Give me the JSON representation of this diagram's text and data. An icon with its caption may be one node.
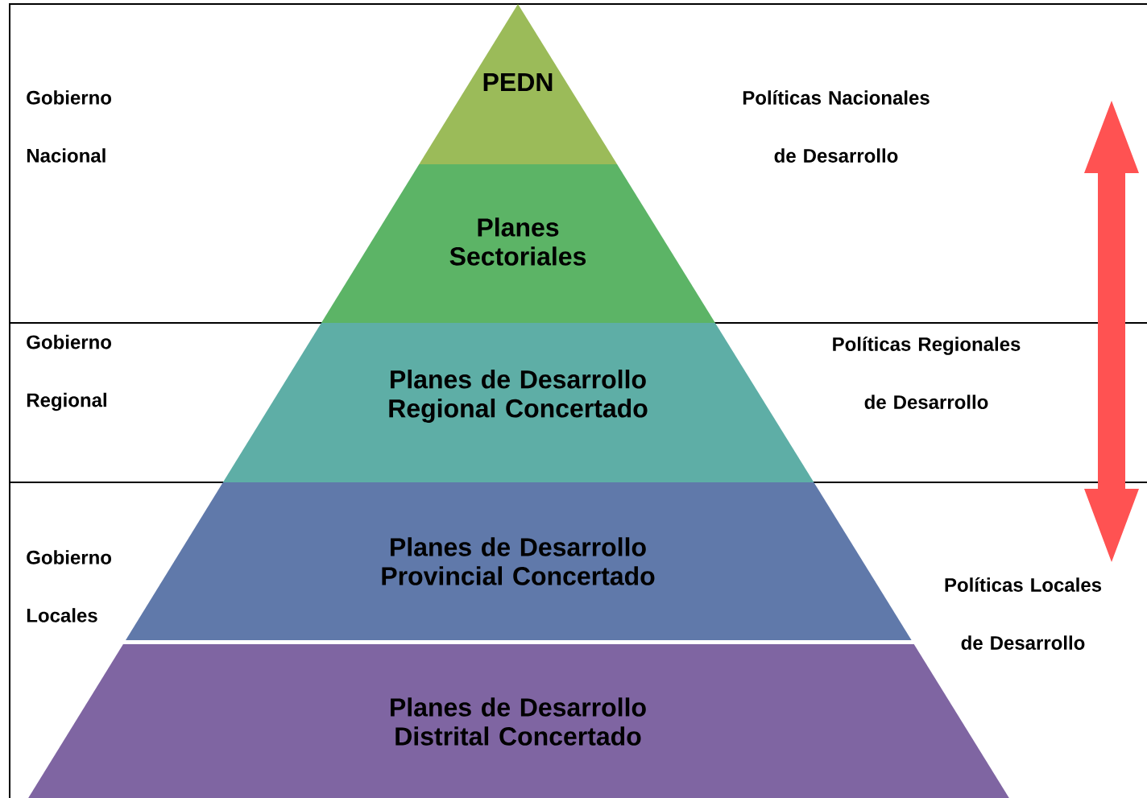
{
  "diagram": {
    "nodes": [
      {
        "text": [
          "PEDN"
        ]
      },
      {
        "text": [
          "Planes Sectoriales"
        ]
      },
      {
        "text": [
          "Planes de Desarrollo Regional Concertado"
        ]
      },
      {
        "text": [
          "Planes de Desarrollo Provincial Concertado"
        ]
      },
      {
        "text": [
          "Planes de Desarrollo Distrital Concertado"
        ]
      }
    ],
    "edges": [],
    "labels": [
      "Gobierno Nacional",
      "Políticas Nacionales de Desarrollo",
      "Gobierno Regional",
      "Políticas Regionales de Desarrollo",
      "Gobierno Locales",
      "Políticas Locales de Desarrollo"
    ]
  }
}
